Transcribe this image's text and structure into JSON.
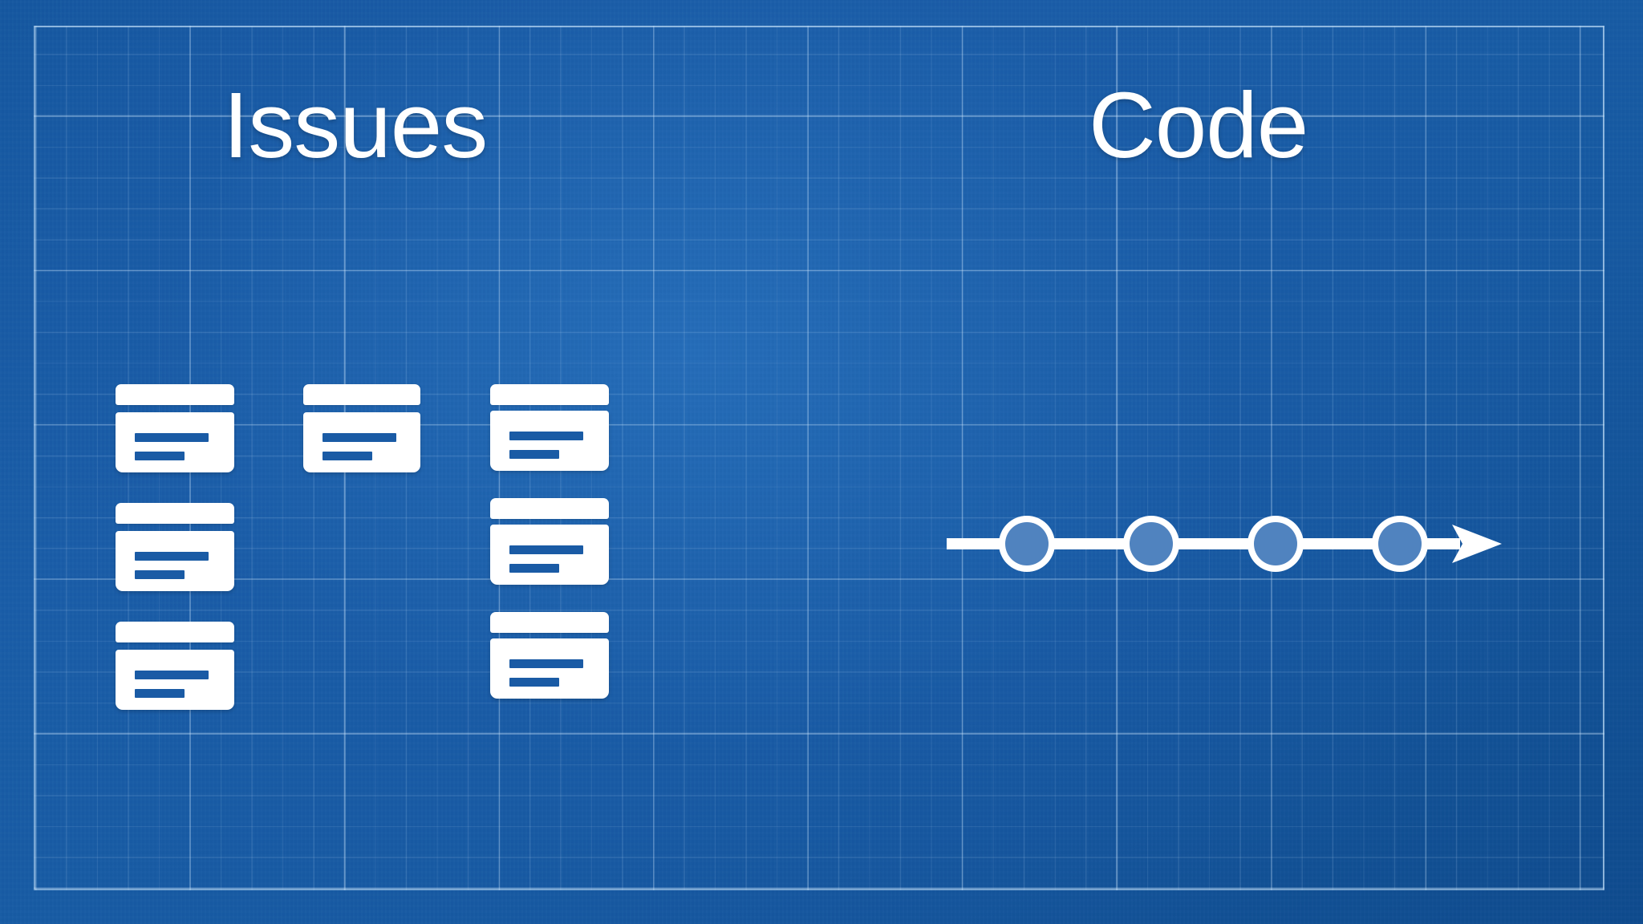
{
  "slide": {
    "background_color": "#1a5ba5",
    "grid_line_color": "#cde6fc",
    "accent_color": "#ffffff",
    "commit_node_color": "#5083bf"
  },
  "panels": {
    "left": {
      "title": "Issues",
      "icon_name": "issue-card-board-icon",
      "columns": [
        {
          "name": "issue-column-1",
          "cards": [
            {
              "name": "issue-card",
              "lines": 2
            },
            {
              "name": "issue-card",
              "lines": 2
            },
            {
              "name": "issue-card",
              "lines": 2
            }
          ]
        },
        {
          "name": "issue-column-2",
          "cards": [
            {
              "name": "issue-card",
              "lines": 2
            }
          ]
        },
        {
          "name": "issue-column-3",
          "cards": [
            {
              "name": "issue-card",
              "lines": 2
            },
            {
              "name": "issue-card",
              "lines": 2
            },
            {
              "name": "issue-card",
              "lines": 2
            }
          ]
        }
      ]
    },
    "right": {
      "title": "Code",
      "icon_name": "commit-timeline-icon",
      "timeline": {
        "node_count": 4,
        "arrow_direction": "right",
        "node_fill": "#5083bf",
        "node_ring": "#ffffff",
        "line_color": "#ffffff"
      }
    }
  }
}
